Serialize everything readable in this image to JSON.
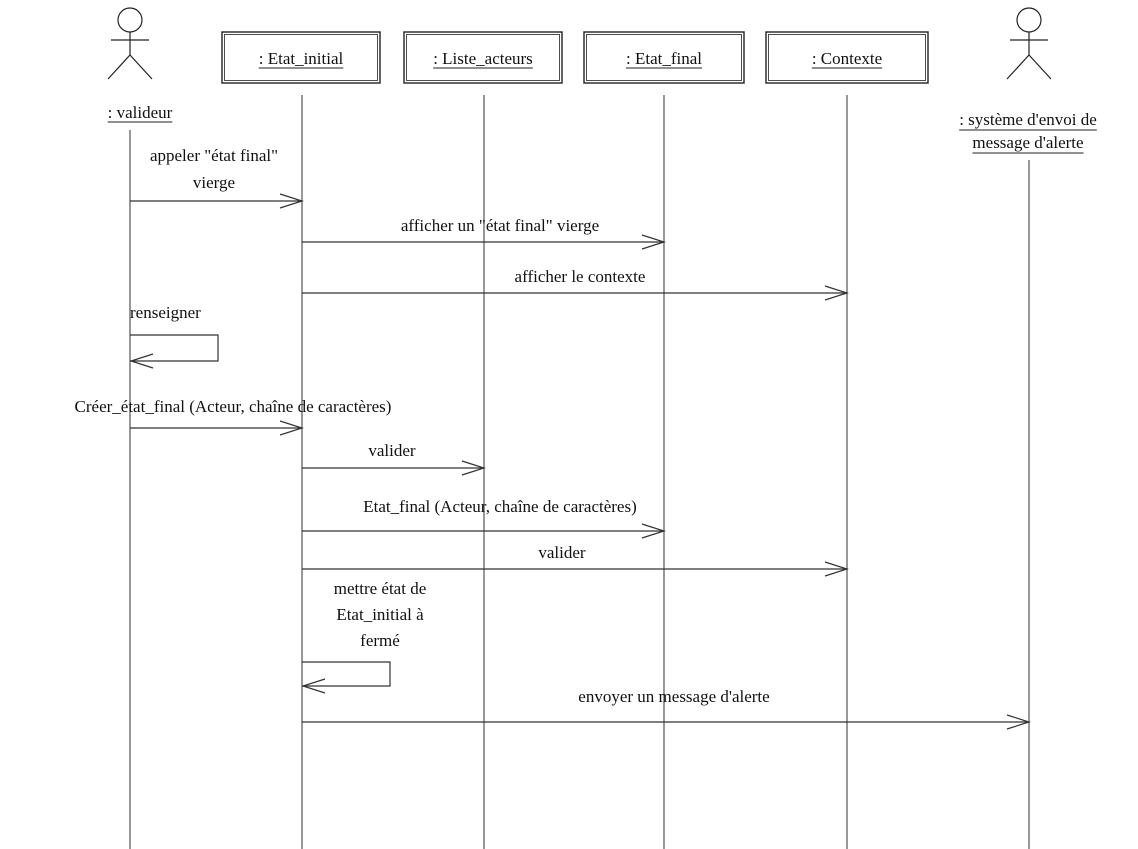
{
  "participants": [
    {
      "kind": "actor",
      "label": ": valideur"
    },
    {
      "kind": "object",
      "label": ": Etat_initial"
    },
    {
      "kind": "object",
      "label": ": Liste_acteurs"
    },
    {
      "kind": "object",
      "label": ": Etat_final"
    },
    {
      "kind": "object",
      "label": ": Contexte"
    },
    {
      "kind": "actor",
      "label_lines": [
        ": système d'envoi de",
        "message d'alerte"
      ]
    }
  ],
  "messages": [
    {
      "from": 0,
      "to": 1,
      "label_lines": [
        "appeler \"état final\"",
        "vierge"
      ]
    },
    {
      "from": 1,
      "to": 3,
      "label_lines": [
        "afficher un \"état final\" vierge"
      ]
    },
    {
      "from": 1,
      "to": 4,
      "label_lines": [
        "afficher le contexte"
      ]
    },
    {
      "from": 0,
      "to": 0,
      "self": true,
      "label_lines": [
        "renseigner"
      ]
    },
    {
      "from": 0,
      "to": 1,
      "label_lines": [
        "Créer_état_final (Acteur, chaîne de caractères)"
      ]
    },
    {
      "from": 1,
      "to": 2,
      "label_lines": [
        "valider"
      ]
    },
    {
      "from": 1,
      "to": 3,
      "label_lines": [
        "Etat_final (Acteur, chaîne de caractères)"
      ]
    },
    {
      "from": 1,
      "to": 4,
      "label_lines": [
        "valider"
      ]
    },
    {
      "from": 1,
      "to": 1,
      "self": true,
      "label_lines": [
        "mettre état de",
        "Etat_initial à",
        "fermé"
      ]
    },
    {
      "from": 1,
      "to": 5,
      "label_lines": [
        "envoyer un message d'alerte"
      ]
    }
  ]
}
